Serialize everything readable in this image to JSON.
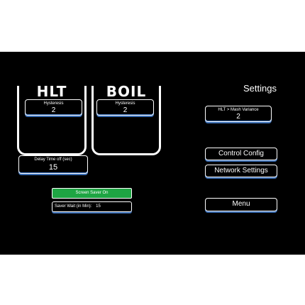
{
  "tanks": {
    "hlt": {
      "title": "HLT",
      "hysteresis_label": "Hysteresis",
      "hysteresis_value": "2"
    },
    "boil": {
      "title": "BOIL",
      "hysteresis_label": "Hysteresis",
      "hysteresis_value": "2"
    }
  },
  "delay": {
    "label": "Delay Time off (sec)",
    "value": "15"
  },
  "screen_saver": {
    "toggle_label": "Screen Saver On",
    "toggle_color": "#1ea543",
    "wait_label": "Saver Wait (in Min):",
    "wait_value": "15"
  },
  "settings": {
    "title": "Settings",
    "variance_label": "HLT > Mash Variance",
    "variance_value": "2",
    "control_config_label": "Control Config",
    "network_settings_label": "Network Settings",
    "menu_label": "Menu"
  },
  "theme": {
    "background": "#000000",
    "foreground": "#ffffff",
    "accent": "#3b6fb6"
  }
}
